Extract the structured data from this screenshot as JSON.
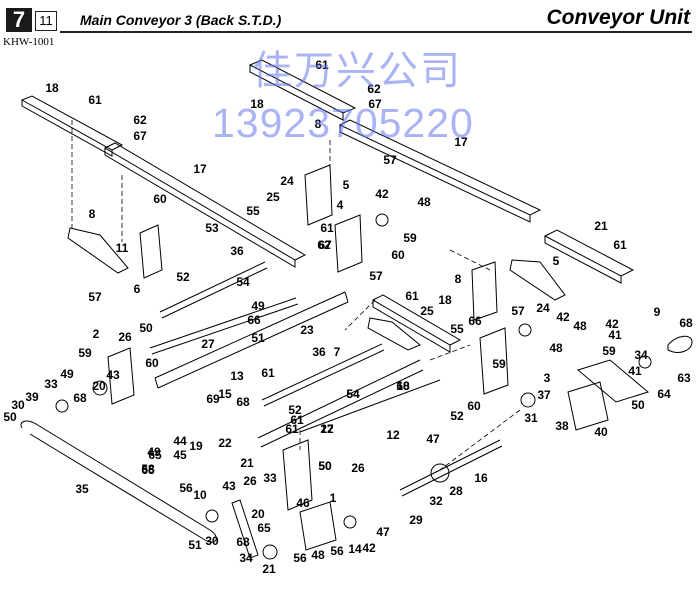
{
  "header": {
    "chapter": "7",
    "page": "11",
    "title": "Main Conveyor 3 (Back S.T.D.)",
    "unit": "Conveyor Unit",
    "doc_code": "KHW-1001"
  },
  "watermark": {
    "company": "佳万兴公司",
    "phone": "13923705220"
  },
  "part_labels": [
    "18",
    "61",
    "62",
    "67",
    "17",
    "8",
    "11",
    "57",
    "60",
    "53",
    "6",
    "36",
    "52",
    "54",
    "49",
    "66",
    "51",
    "23",
    "27",
    "13",
    "2",
    "26",
    "50",
    "59",
    "60",
    "43",
    "20",
    "33",
    "49",
    "39",
    "30",
    "50",
    "68",
    "35",
    "61",
    "62",
    "67",
    "18",
    "8",
    "57",
    "17",
    "24",
    "25",
    "55",
    "5",
    "4",
    "42",
    "48",
    "59",
    "60",
    "61",
    "62",
    "67",
    "21",
    "58",
    "65",
    "44",
    "45",
    "19",
    "22",
    "46",
    "56",
    "10",
    "61",
    "51",
    "20",
    "65",
    "30",
    "68",
    "21",
    "34",
    "56",
    "68",
    "15",
    "69",
    "61",
    "61",
    "52",
    "36",
    "7",
    "57",
    "61",
    "18",
    "25",
    "55",
    "66",
    "24",
    "8",
    "5",
    "57",
    "42",
    "48",
    "59",
    "3",
    "60",
    "54",
    "12",
    "27",
    "50",
    "26",
    "1",
    "60",
    "47",
    "14",
    "42",
    "48",
    "29",
    "56",
    "47",
    "52",
    "16",
    "32",
    "28",
    "31",
    "38",
    "40",
    "37",
    "50",
    "64",
    "63",
    "41",
    "34",
    "41",
    "42",
    "48",
    "59",
    "9",
    "68",
    "21",
    "61",
    "18",
    "54",
    "12",
    "50",
    "26",
    "33",
    "43",
    "49",
    "65",
    "58"
  ]
}
